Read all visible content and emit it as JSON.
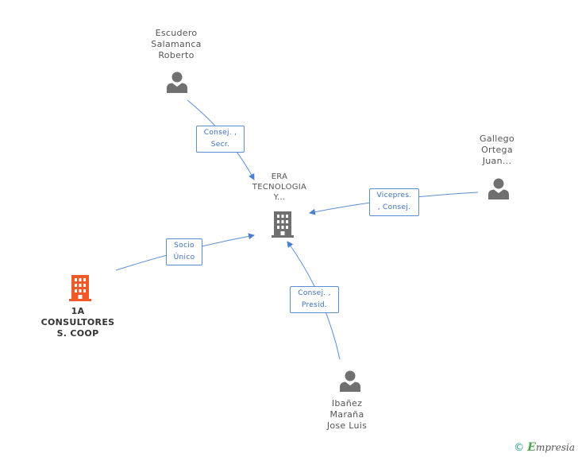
{
  "colors": {
    "edge": "#5b8dd6",
    "person_icon": "#707070",
    "company_icon": "#707070",
    "highlight_company_icon": "#f05a28"
  },
  "nodes": {
    "center": {
      "lines": [
        "ERA",
        "TECNOLOGIA",
        "Y..."
      ],
      "icon": "building-icon"
    },
    "escudero": {
      "lines": [
        "Escudero",
        "Salamanca",
        "Roberto"
      ],
      "icon": "person-icon"
    },
    "gallego": {
      "lines": [
        "Gallego",
        "Ortega",
        "Juan..."
      ],
      "icon": "person-icon"
    },
    "ibanez": {
      "lines": [
        "Ibañez",
        "Maraña",
        "Jose Luis"
      ],
      "icon": "person-icon"
    },
    "consultores": {
      "lines": [
        "1A",
        "CONSULTORES",
        "S. COOP"
      ],
      "icon": "building-icon"
    }
  },
  "edges": {
    "escudero": [
      "Consej. ,",
      "Secr."
    ],
    "gallego": [
      "Vicepres.",
      ", Consej."
    ],
    "consultores": [
      "Socio",
      "Único"
    ],
    "ibanez": [
      "Consej. ,",
      "Presid."
    ]
  },
  "footer": {
    "copyright": "©",
    "brand_initial": "E",
    "brand_rest": "mpresia"
  }
}
